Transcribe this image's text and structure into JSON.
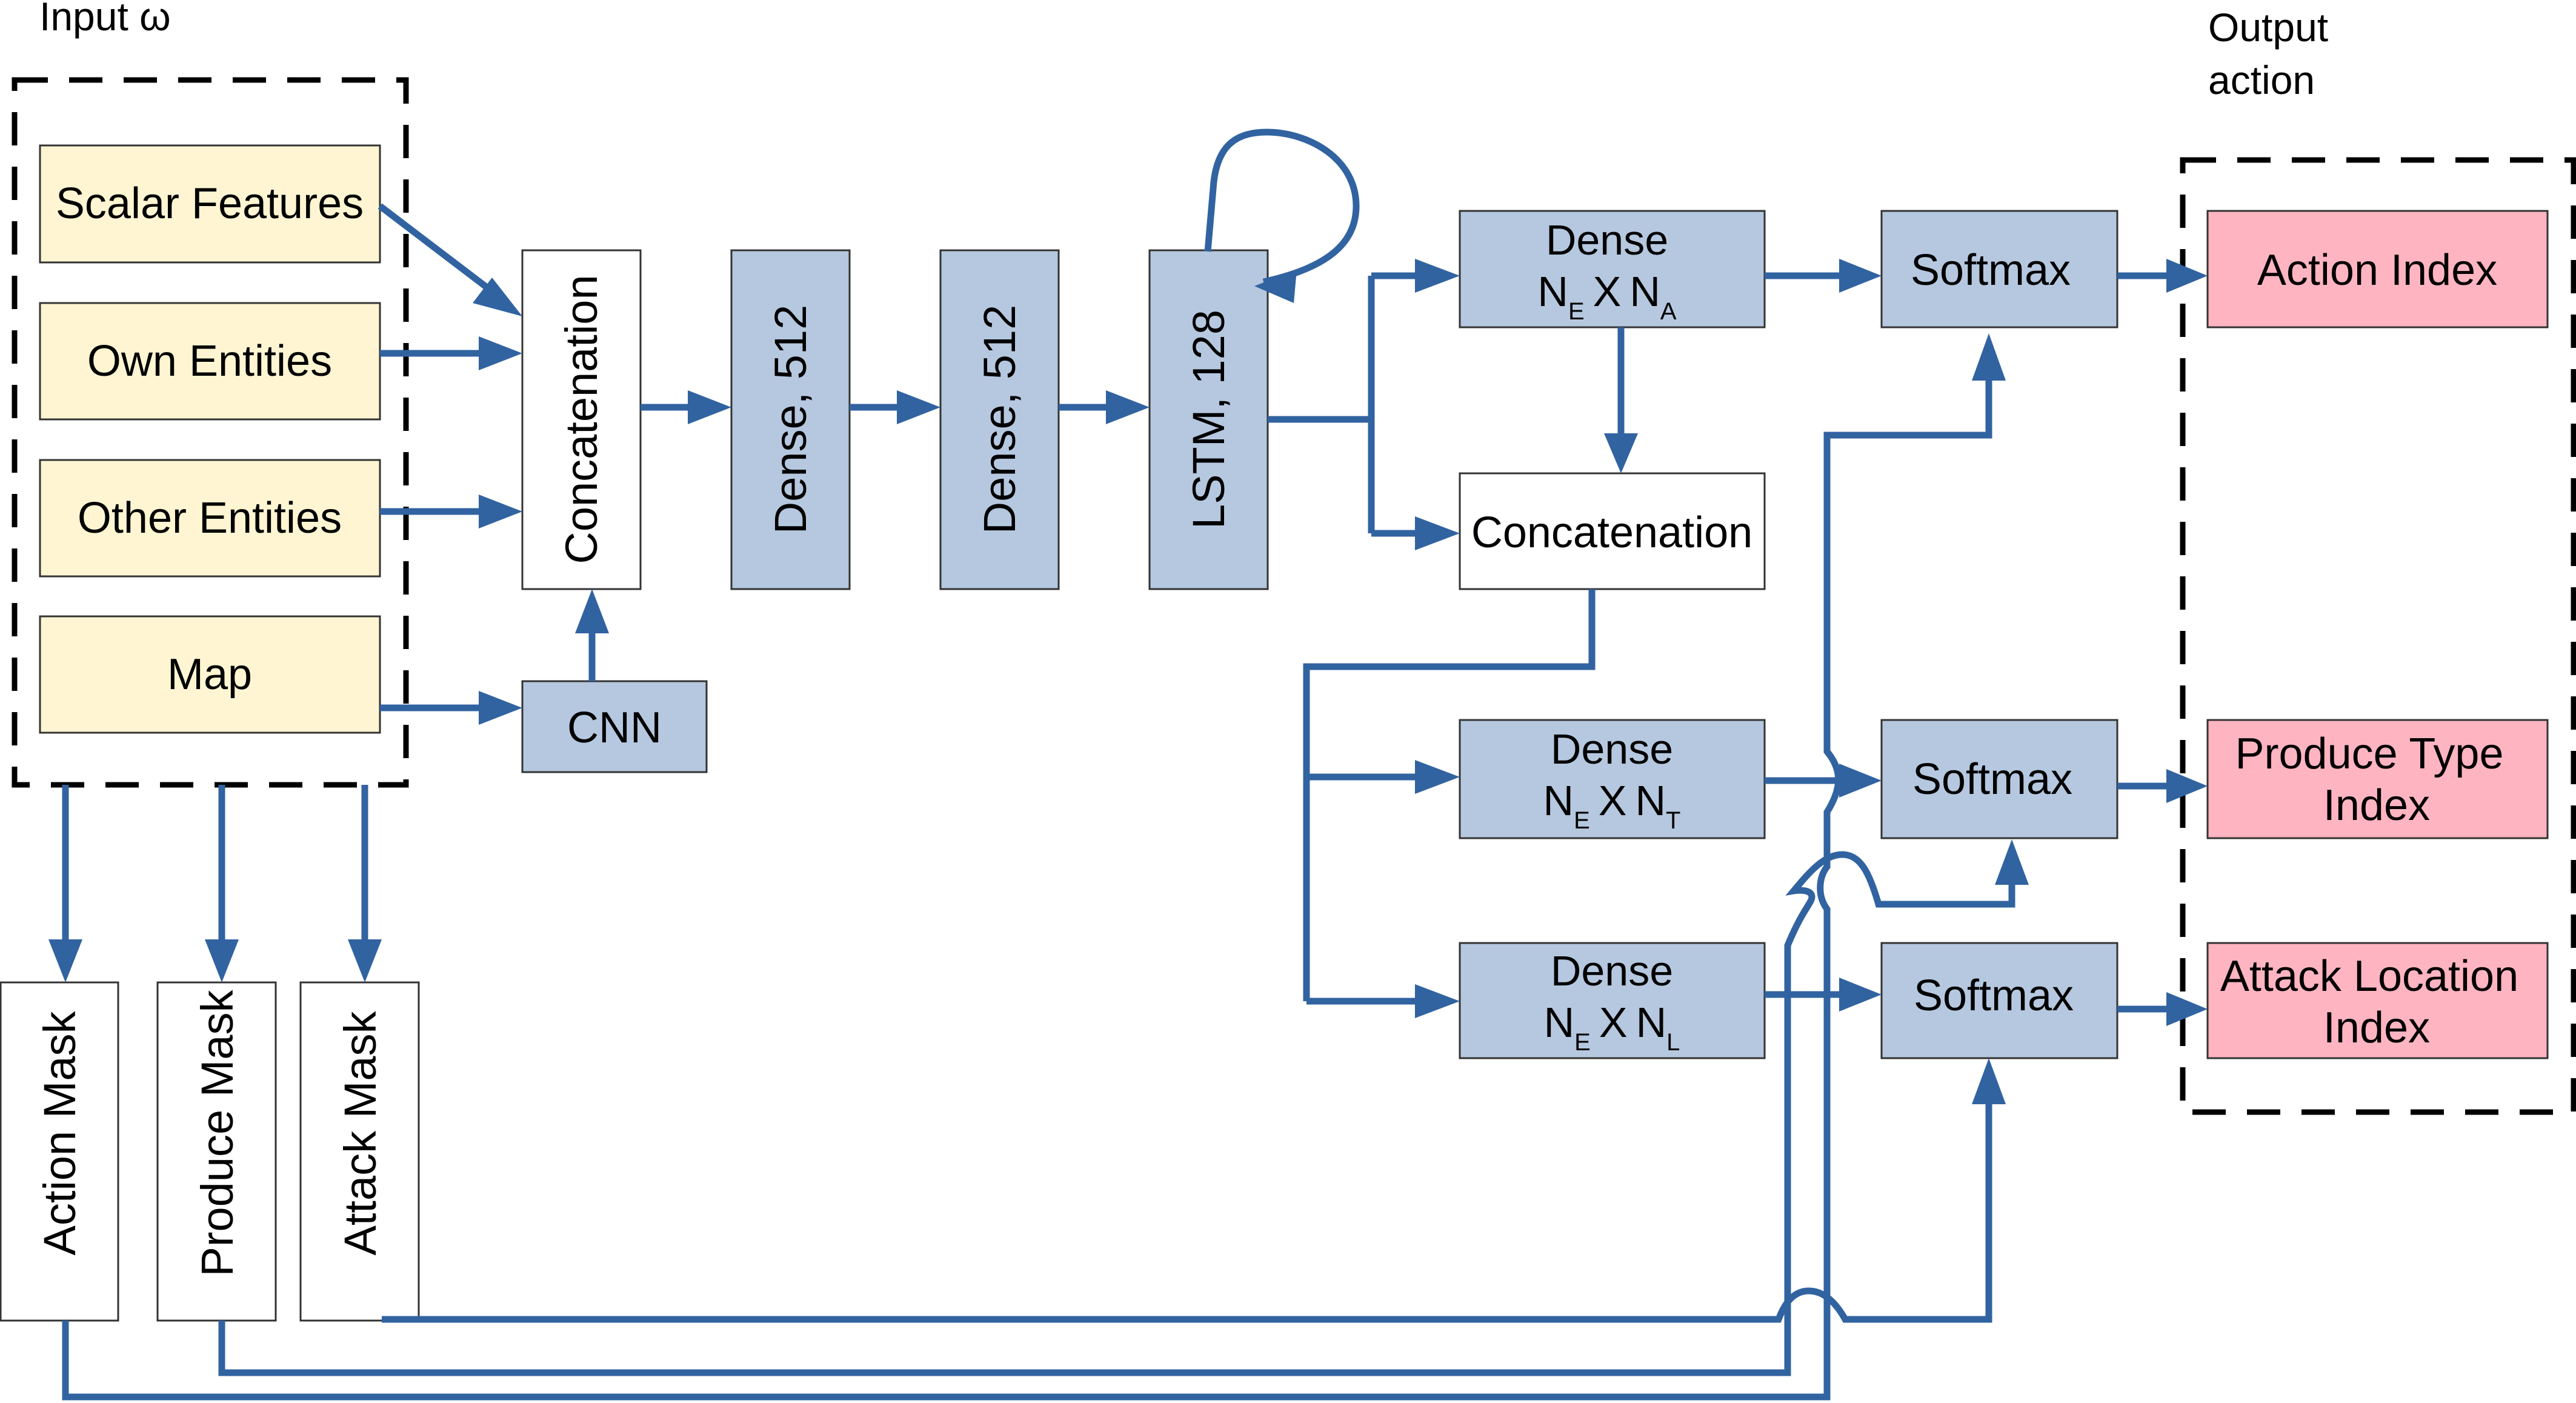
{
  "colors": {
    "input_fill": "#fff5d2",
    "layer_fill": "#b5c8df",
    "output_fill": "#ffb5c1",
    "neutral_fill": "#ffffff",
    "arrow": "#3163a1",
    "border": "#333333"
  },
  "input_group": {
    "title": "Input ω",
    "items": [
      "Scalar Features",
      "Own Entities",
      "Other Entities",
      "Map"
    ]
  },
  "trunk": {
    "concat": "Concatenation",
    "cnn": "CNN",
    "dense1": "Dense, 512",
    "dense2": "Dense, 512",
    "lstm": "LSTM, 128"
  },
  "heads": {
    "dense_action": {
      "title": "Dense",
      "n1": "N",
      "s1": "E",
      "x": "X",
      "n2": "N",
      "s2": "A"
    },
    "concat2": "Concatenation",
    "dense_type": {
      "title": "Dense",
      "n1": "N",
      "s1": "E",
      "x": "X",
      "n2": "N",
      "s2": "T"
    },
    "dense_loc": {
      "title": "Dense",
      "n1": "N",
      "s1": "E",
      "x": "X",
      "n2": "N",
      "s2": "L"
    },
    "softmax": [
      "Softmax",
      "Softmax",
      "Softmax"
    ]
  },
  "output_group": {
    "title_line1": "Output",
    "title_line2": "action",
    "items": [
      {
        "line1": "Action Index",
        "line2": ""
      },
      {
        "line1": "Produce Type",
        "line2": "Index"
      },
      {
        "line1": "Attack Location",
        "line2": "Index"
      }
    ]
  },
  "masks": [
    "Action Mask",
    "Produce Mask",
    "Attack Mask"
  ]
}
